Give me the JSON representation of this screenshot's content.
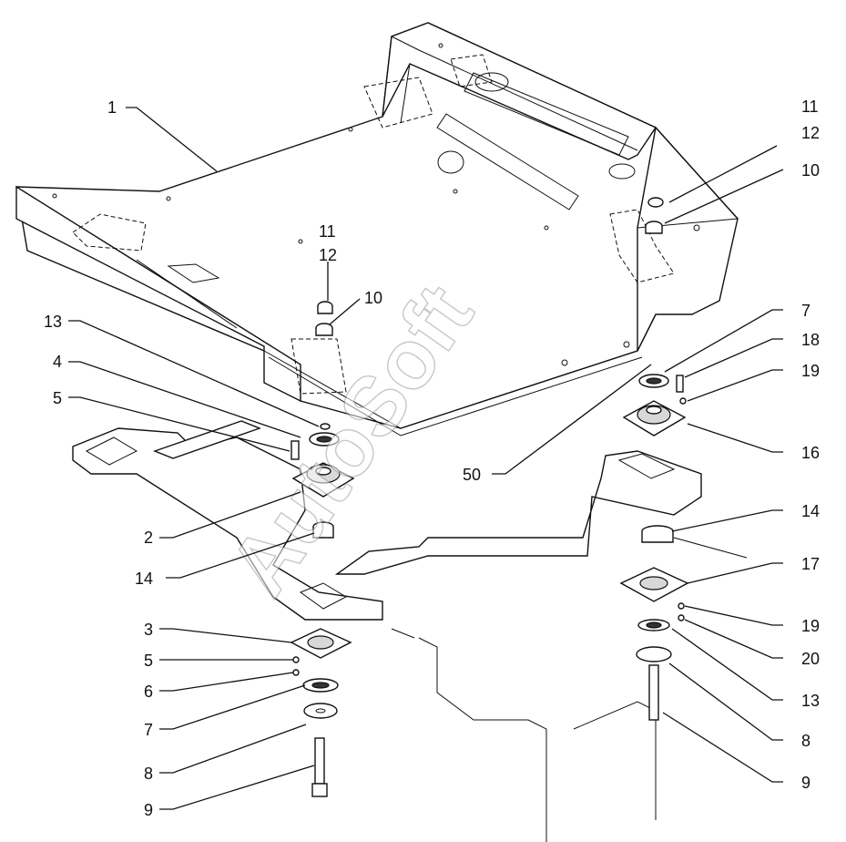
{
  "watermark": "AutoSoft",
  "callouts": [
    {
      "id": "c1",
      "label": "1"
    },
    {
      "id": "c11a",
      "label": "11"
    },
    {
      "id": "c12a",
      "label": "12"
    },
    {
      "id": "c10a",
      "label": "10"
    },
    {
      "id": "c11b",
      "label": "11"
    },
    {
      "id": "c12b",
      "label": "12"
    },
    {
      "id": "c10b",
      "label": "10"
    },
    {
      "id": "c13a",
      "label": "13"
    },
    {
      "id": "c4",
      "label": "4"
    },
    {
      "id": "c5a",
      "label": "5"
    },
    {
      "id": "c50",
      "label": "50"
    },
    {
      "id": "c2",
      "label": "2"
    },
    {
      "id": "c14a",
      "label": "14"
    },
    {
      "id": "c3",
      "label": "3"
    },
    {
      "id": "c5b",
      "label": "5"
    },
    {
      "id": "c6",
      "label": "6"
    },
    {
      "id": "c7a",
      "label": "7"
    },
    {
      "id": "c8a",
      "label": "8"
    },
    {
      "id": "c9a",
      "label": "9"
    },
    {
      "id": "c7b",
      "label": "7"
    },
    {
      "id": "c18",
      "label": "18"
    },
    {
      "id": "c19a",
      "label": "19"
    },
    {
      "id": "c16",
      "label": "16"
    },
    {
      "id": "c14b",
      "label": "14"
    },
    {
      "id": "c17",
      "label": "17"
    },
    {
      "id": "c19b",
      "label": "19"
    },
    {
      "id": "c20",
      "label": "20"
    },
    {
      "id": "c13b",
      "label": "13"
    },
    {
      "id": "c8b",
      "label": "8"
    },
    {
      "id": "c9b",
      "label": "9"
    }
  ]
}
